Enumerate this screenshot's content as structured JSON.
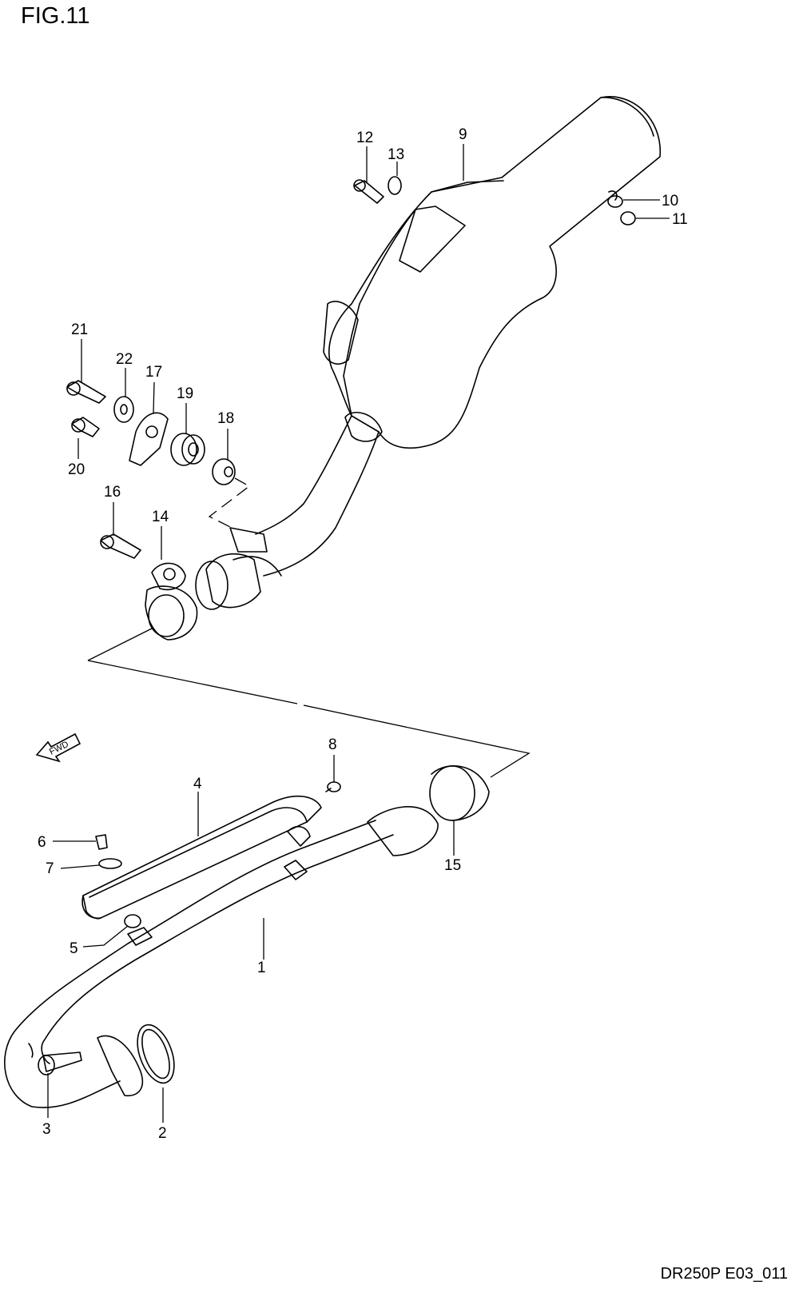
{
  "figure": {
    "title": "FIG.11",
    "code": "DR250P E03_011",
    "fwd_label": "FWD"
  },
  "callouts": [
    {
      "id": "c1",
      "label": "1"
    },
    {
      "id": "c2",
      "label": "2"
    },
    {
      "id": "c3",
      "label": "3"
    },
    {
      "id": "c4",
      "label": "4"
    },
    {
      "id": "c5",
      "label": "5"
    },
    {
      "id": "c6",
      "label": "6"
    },
    {
      "id": "c7",
      "label": "7"
    },
    {
      "id": "c8",
      "label": "8"
    },
    {
      "id": "c9",
      "label": "9"
    },
    {
      "id": "c10",
      "label": "10"
    },
    {
      "id": "c11",
      "label": "11"
    },
    {
      "id": "c12",
      "label": "12"
    },
    {
      "id": "c13",
      "label": "13"
    },
    {
      "id": "c14",
      "label": "14"
    },
    {
      "id": "c15",
      "label": "15"
    },
    {
      "id": "c16",
      "label": "16"
    },
    {
      "id": "c17",
      "label": "17"
    },
    {
      "id": "c18",
      "label": "18"
    },
    {
      "id": "c19",
      "label": "19"
    },
    {
      "id": "c20",
      "label": "20"
    },
    {
      "id": "c21",
      "label": "21"
    },
    {
      "id": "c22",
      "label": "22"
    }
  ]
}
